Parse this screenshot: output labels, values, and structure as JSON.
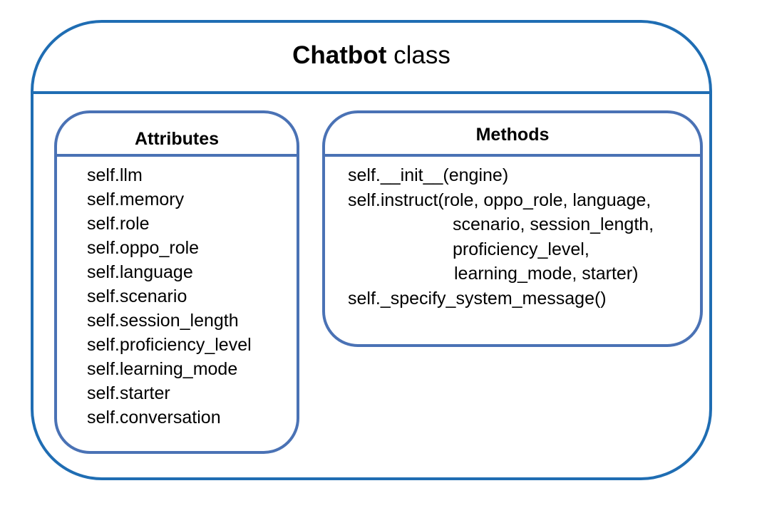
{
  "diagram": {
    "class_title_bold": "Chatbot",
    "class_title_rest": " class",
    "attributes": {
      "title": "Attributes",
      "items": [
        "self.llm",
        "self.memory",
        "self.role",
        "self.oppo_role",
        "self.language",
        "self.scenario",
        "self.session_length",
        "self.proficiency_level",
        "self.learning_mode",
        "self.starter",
        "self.conversation"
      ]
    },
    "methods": {
      "title": "Methods",
      "lines": [
        "self.__init__(engine)",
        "self.instruct(role, oppo_role, language,",
        "scenario, session_length,",
        "proficiency_level,",
        "learning_mode, starter)",
        "self._specify_system_message()"
      ]
    },
    "colors": {
      "outer_border": "#1f6db3",
      "panel_border": "#4a72b5",
      "text": "#000000"
    }
  }
}
